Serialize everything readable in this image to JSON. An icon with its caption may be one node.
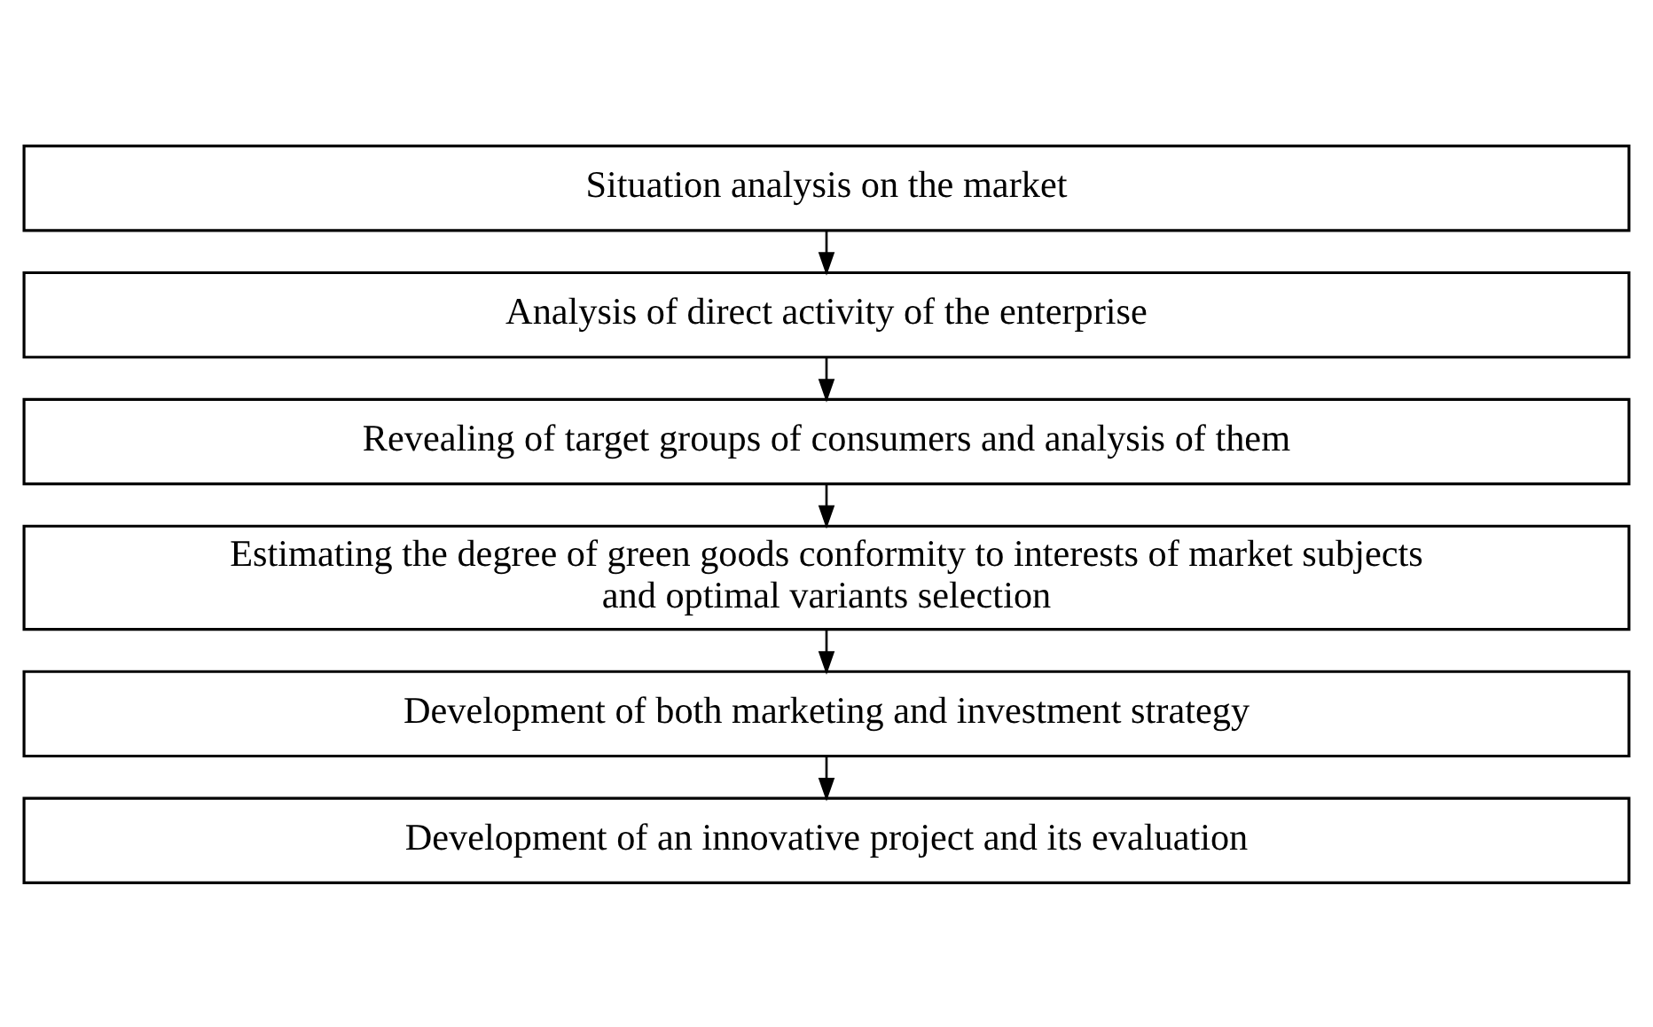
{
  "diagram": {
    "nodes": [
      {
        "text": [
          "Situation analysis on the market"
        ]
      },
      {
        "text": [
          "Analysis of direct activity of the enterprise"
        ]
      },
      {
        "text": [
          "Revealing of target groups of consumers and analysis of them"
        ]
      },
      {
        "text": [
          "Estimating the degree of green goods conformity to interests of market subjects and optimal variants selection"
        ]
      },
      {
        "text": [
          "Development of both marketing and investment strategy"
        ]
      },
      {
        "text": [
          "Development of an innovative project and its evaluation"
        ]
      }
    ],
    "edges": [
      {
        "from": 0,
        "to": 1,
        "arrow": "to"
      },
      {
        "from": 1,
        "to": 2,
        "arrow": "to"
      },
      {
        "from": 2,
        "to": 3,
        "arrow": "to"
      },
      {
        "from": 3,
        "to": 4,
        "arrow": "to"
      },
      {
        "from": 4,
        "to": 5,
        "arrow": "to"
      }
    ]
  }
}
